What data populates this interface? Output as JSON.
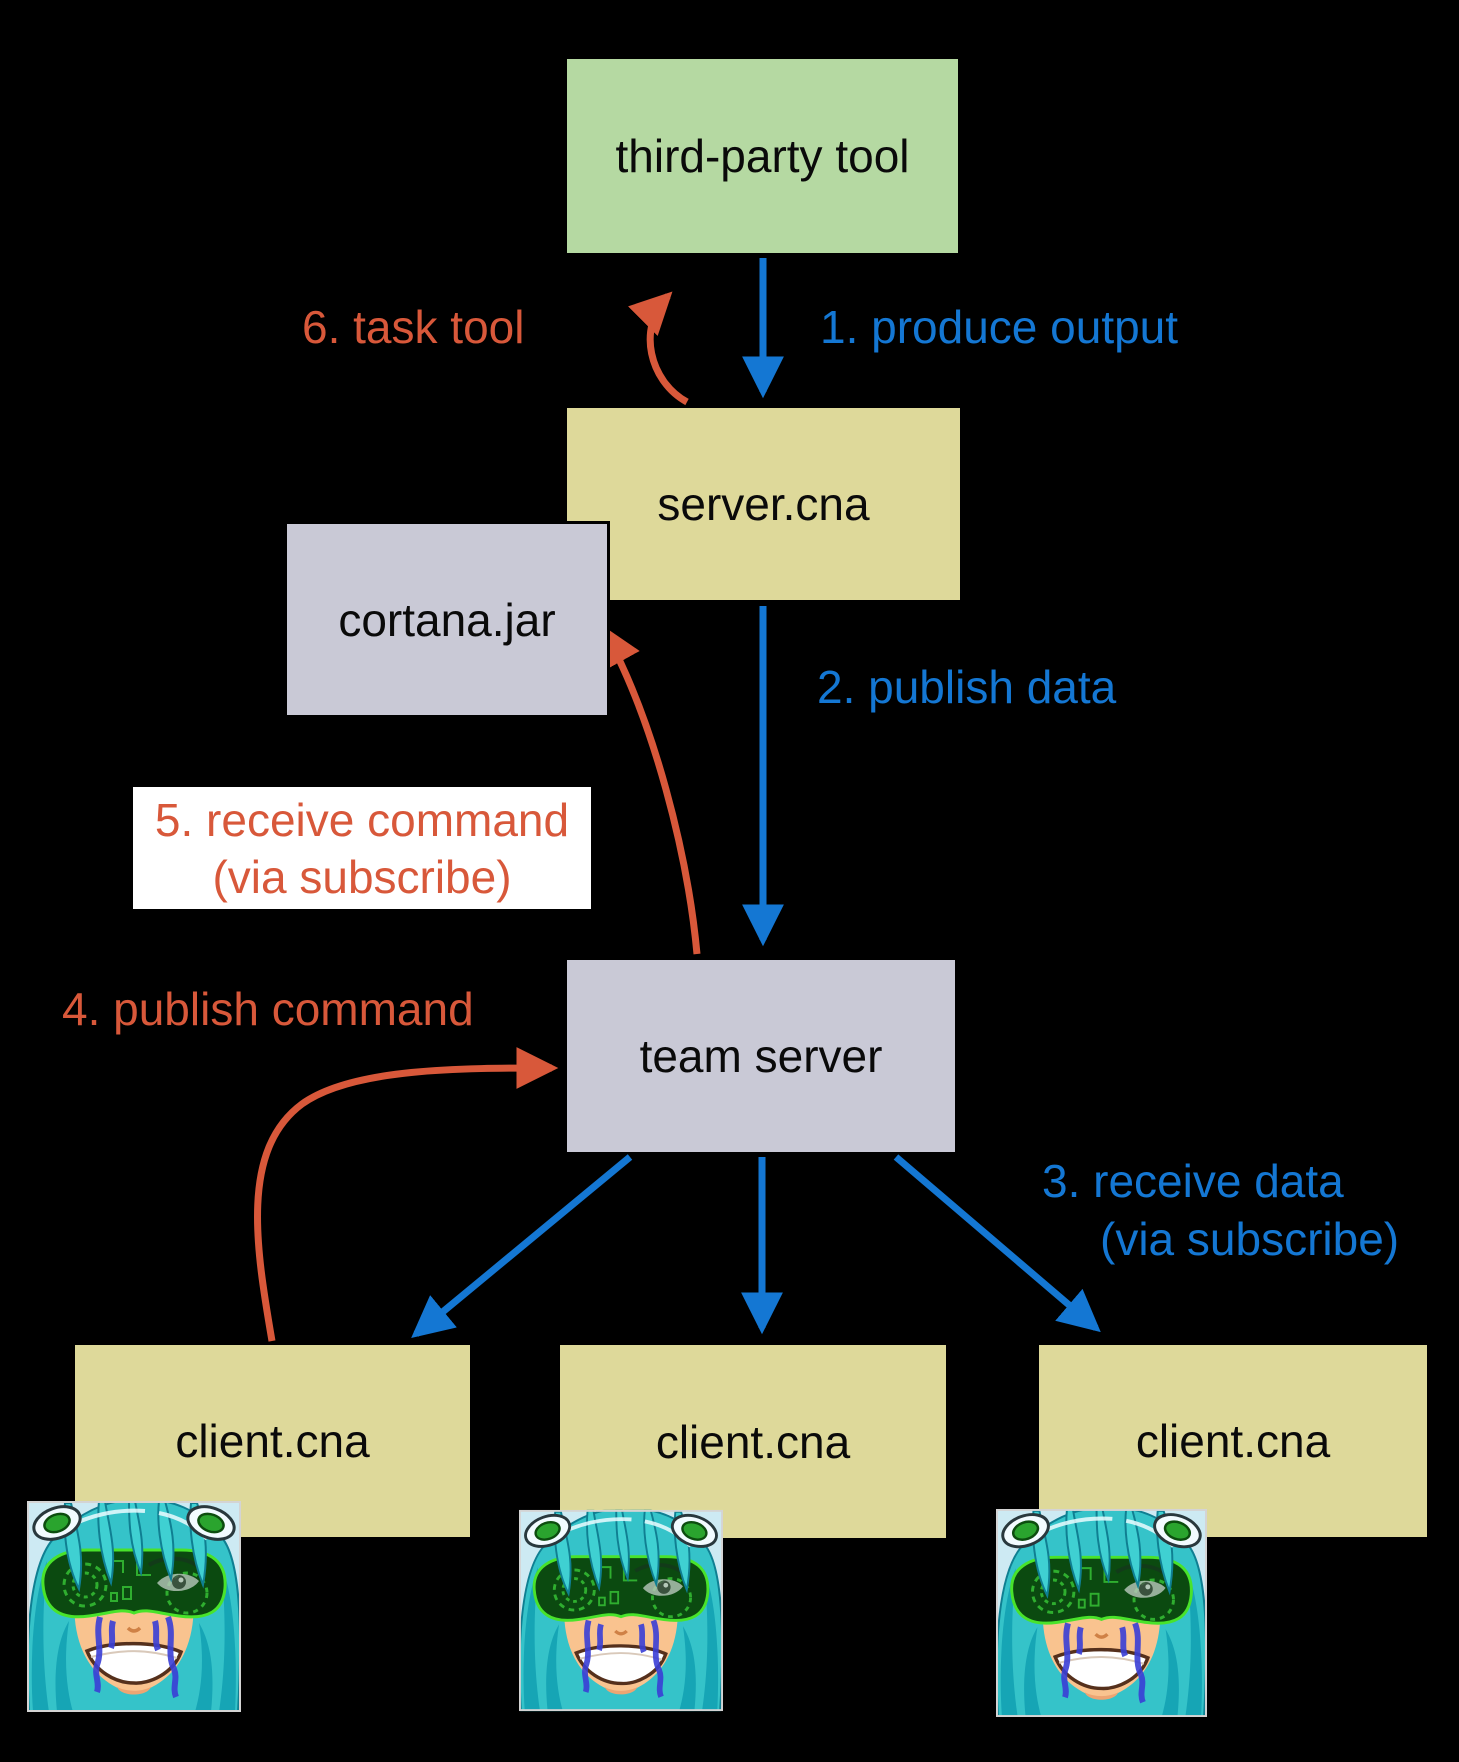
{
  "nodes": {
    "third_party_tool": {
      "label": "third-party tool",
      "fill": "#b5d9a2"
    },
    "server_cna": {
      "label": "server.cna",
      "fill": "#ded99a"
    },
    "cortana_jar": {
      "label": "cortana.jar",
      "fill": "#c9c9d6"
    },
    "team_server": {
      "label": "team server",
      "fill": "#c9c9d6"
    },
    "client_cna_left": {
      "label": "client.cna",
      "fill": "#ded99a"
    },
    "client_cna_middle": {
      "label": "client.cna",
      "fill": "#ded99a"
    },
    "client_cna_right": {
      "label": "client.cna",
      "fill": "#ded99a"
    }
  },
  "steps": {
    "produce_output": {
      "label": "1. produce output"
    },
    "publish_data": {
      "label": "2. publish data"
    },
    "receive_data": {
      "label": "3. receive data",
      "label_line2": "(via subscribe)"
    },
    "publish_command": {
      "label": "4. publish command"
    },
    "receive_command": {
      "label": "5. receive command",
      "label_line2": "(via subscribe)",
      "background": "#ffffff"
    },
    "task_tool": {
      "label": "6. task tool"
    }
  },
  "colors": {
    "blue": "#1477d3",
    "red": "#d8583a",
    "background": "#000000",
    "node_text": "#0a0a0a"
  },
  "icons": {
    "avatar": {
      "name": "cortana-anime-avatar",
      "count": 3
    }
  }
}
